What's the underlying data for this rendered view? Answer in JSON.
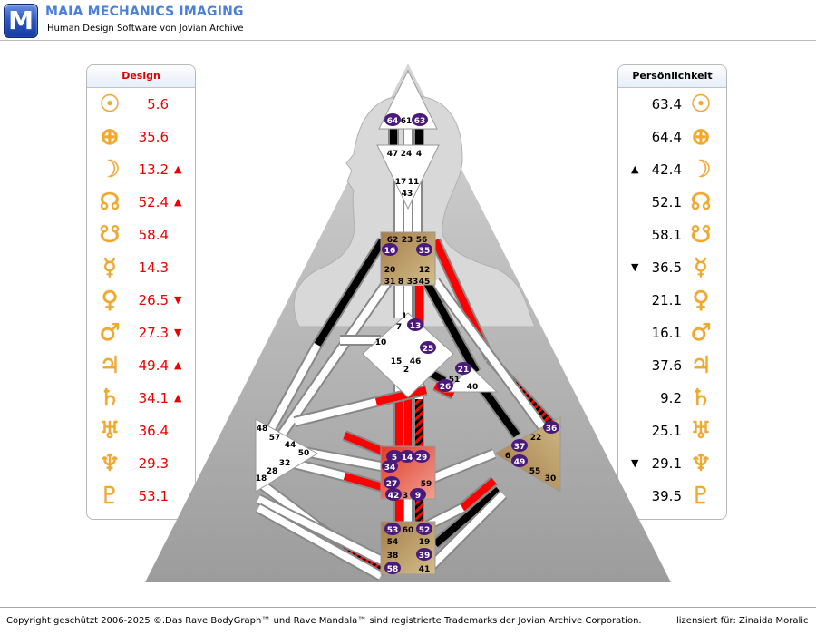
{
  "header": {
    "logo_letter": "M",
    "brand": "MAIA MECHANICS IMAGING",
    "subtitle": "Human Design Software von Jovian Archive"
  },
  "design_panel": {
    "title": "Design",
    "rows": [
      {
        "planet": "sun-icon",
        "glyph": "☉",
        "value": "5.6",
        "arrow": ""
      },
      {
        "planet": "earth-icon",
        "glyph": "⊕",
        "value": "35.6",
        "arrow": ""
      },
      {
        "planet": "moon-icon",
        "glyph": "☽",
        "value": "13.2",
        "arrow": "▲"
      },
      {
        "planet": "north-node-icon",
        "glyph": "☊",
        "value": "52.4",
        "arrow": "▲"
      },
      {
        "planet": "south-node-icon",
        "glyph": "☋",
        "value": "58.4",
        "arrow": ""
      },
      {
        "planet": "mercury-icon",
        "glyph": "☿",
        "value": "14.3",
        "arrow": ""
      },
      {
        "planet": "venus-icon",
        "glyph": "♀",
        "value": "26.5",
        "arrow": "▼"
      },
      {
        "planet": "mars-icon",
        "glyph": "♂",
        "value": "27.3",
        "arrow": "▼"
      },
      {
        "planet": "jupiter-icon",
        "glyph": "♃",
        "value": "49.4",
        "arrow": "▲"
      },
      {
        "planet": "saturn-icon",
        "glyph": "♄",
        "value": "34.1",
        "arrow": "▲"
      },
      {
        "planet": "uranus-icon",
        "glyph": "♅",
        "value": "36.4",
        "arrow": ""
      },
      {
        "planet": "neptune-icon",
        "glyph": "♆",
        "value": "29.3",
        "arrow": ""
      },
      {
        "planet": "pluto-icon",
        "glyph": "♇",
        "value": "53.1",
        "arrow": ""
      }
    ]
  },
  "personality_panel": {
    "title": "Persönlichkeit",
    "rows": [
      {
        "planet": "sun-icon",
        "glyph": "☉",
        "value": "63.4",
        "arrow": ""
      },
      {
        "planet": "earth-icon",
        "glyph": "⊕",
        "value": "64.4",
        "arrow": ""
      },
      {
        "planet": "moon-icon",
        "glyph": "☽",
        "value": "42.4",
        "arrow": "▲"
      },
      {
        "planet": "north-node-icon",
        "glyph": "☊",
        "value": "52.1",
        "arrow": ""
      },
      {
        "planet": "south-node-icon",
        "glyph": "☋",
        "value": "58.1",
        "arrow": ""
      },
      {
        "planet": "mercury-icon",
        "glyph": "☿",
        "value": "36.5",
        "arrow": "▼"
      },
      {
        "planet": "venus-icon",
        "glyph": "♀",
        "value": "21.1",
        "arrow": ""
      },
      {
        "planet": "mars-icon",
        "glyph": "♂",
        "value": "16.1",
        "arrow": ""
      },
      {
        "planet": "jupiter-icon",
        "glyph": "♃",
        "value": "37.6",
        "arrow": ""
      },
      {
        "planet": "saturn-icon",
        "glyph": "♄",
        "value": "9.2",
        "arrow": ""
      },
      {
        "planet": "uranus-icon",
        "glyph": "♅",
        "value": "25.1",
        "arrow": ""
      },
      {
        "planet": "neptune-icon",
        "glyph": "♆",
        "value": "29.1",
        "arrow": "▼"
      },
      {
        "planet": "pluto-icon",
        "glyph": "♇",
        "value": "39.5",
        "arrow": ""
      }
    ]
  },
  "bodygraph": {
    "colors": {
      "design": "#ff0000",
      "personality": "#000000",
      "defined_center": "#b8925a",
      "sacral": "#e05a48",
      "gate_badge": "#4a1a7a",
      "open": "#ffffff"
    },
    "centers": [
      {
        "name": "head",
        "defined": false,
        "gates": [
          {
            "n": "64",
            "active": true
          },
          {
            "n": "61",
            "active": false
          },
          {
            "n": "63",
            "active": true
          }
        ]
      },
      {
        "name": "ajna",
        "defined": false,
        "gates": [
          {
            "n": "47",
            "active": false
          },
          {
            "n": "24",
            "active": false
          },
          {
            "n": "4",
            "active": false
          },
          {
            "n": "17",
            "active": false
          },
          {
            "n": "11",
            "active": false
          },
          {
            "n": "43",
            "active": false
          }
        ]
      },
      {
        "name": "throat",
        "defined": true,
        "gates": [
          {
            "n": "62",
            "active": false
          },
          {
            "n": "23",
            "active": false
          },
          {
            "n": "56",
            "active": false
          },
          {
            "n": "16",
            "active": true
          },
          {
            "n": "35",
            "active": true
          },
          {
            "n": "20",
            "active": false
          },
          {
            "n": "12",
            "active": false
          },
          {
            "n": "31",
            "active": false
          },
          {
            "n": "8",
            "active": false
          },
          {
            "n": "33",
            "active": false
          },
          {
            "n": "45",
            "active": false
          }
        ]
      },
      {
        "name": "g-center",
        "defined": false,
        "gates": [
          {
            "n": "1",
            "active": false
          },
          {
            "n": "7",
            "active": false
          },
          {
            "n": "13",
            "active": true
          },
          {
            "n": "10",
            "active": false
          },
          {
            "n": "25",
            "active": true
          },
          {
            "n": "15",
            "active": false
          },
          {
            "n": "46",
            "active": false
          },
          {
            "n": "2",
            "active": false
          }
        ]
      },
      {
        "name": "heart",
        "defined": false,
        "gates": [
          {
            "n": "21",
            "active": true
          },
          {
            "n": "51",
            "active": false
          },
          {
            "n": "26",
            "active": true
          },
          {
            "n": "40",
            "active": false
          }
        ]
      },
      {
        "name": "spleen",
        "defined": false,
        "gates": [
          {
            "n": "48",
            "active": false
          },
          {
            "n": "57",
            "active": false
          },
          {
            "n": "44",
            "active": false
          },
          {
            "n": "50",
            "active": false
          },
          {
            "n": "32",
            "active": false
          },
          {
            "n": "28",
            "active": false
          },
          {
            "n": "18",
            "active": false
          }
        ]
      },
      {
        "name": "sacral",
        "defined": true,
        "gates": [
          {
            "n": "5",
            "active": true
          },
          {
            "n": "14",
            "active": true
          },
          {
            "n": "29",
            "active": true
          },
          {
            "n": "34",
            "active": true
          },
          {
            "n": "27",
            "active": true
          },
          {
            "n": "59",
            "active": false
          },
          {
            "n": "42",
            "active": true
          },
          {
            "n": "3",
            "active": false
          },
          {
            "n": "9",
            "active": true
          }
        ]
      },
      {
        "name": "solar-plexus",
        "defined": true,
        "gates": [
          {
            "n": "36",
            "active": true
          },
          {
            "n": "22",
            "active": false
          },
          {
            "n": "37",
            "active": true
          },
          {
            "n": "6",
            "active": false
          },
          {
            "n": "49",
            "active": true
          },
          {
            "n": "55",
            "active": false
          },
          {
            "n": "30",
            "active": false
          }
        ]
      },
      {
        "name": "root",
        "defined": true,
        "gates": [
          {
            "n": "53",
            "active": true
          },
          {
            "n": "60",
            "active": false
          },
          {
            "n": "52",
            "active": true
          },
          {
            "n": "54",
            "active": false
          },
          {
            "n": "19",
            "active": false
          },
          {
            "n": "38",
            "active": false
          },
          {
            "n": "39",
            "active": true
          },
          {
            "n": "58",
            "active": true
          },
          {
            "n": "41",
            "active": false
          }
        ]
      }
    ]
  },
  "footer": {
    "copyright": "Copyright geschützt 2006-2025 ©.Das Rave BodyGraph™ und Rave Mandala™ sind registrierte Trademarks der Jovian Archive Corporation.",
    "license": "lizensiert für: Zinaida Moralic"
  }
}
